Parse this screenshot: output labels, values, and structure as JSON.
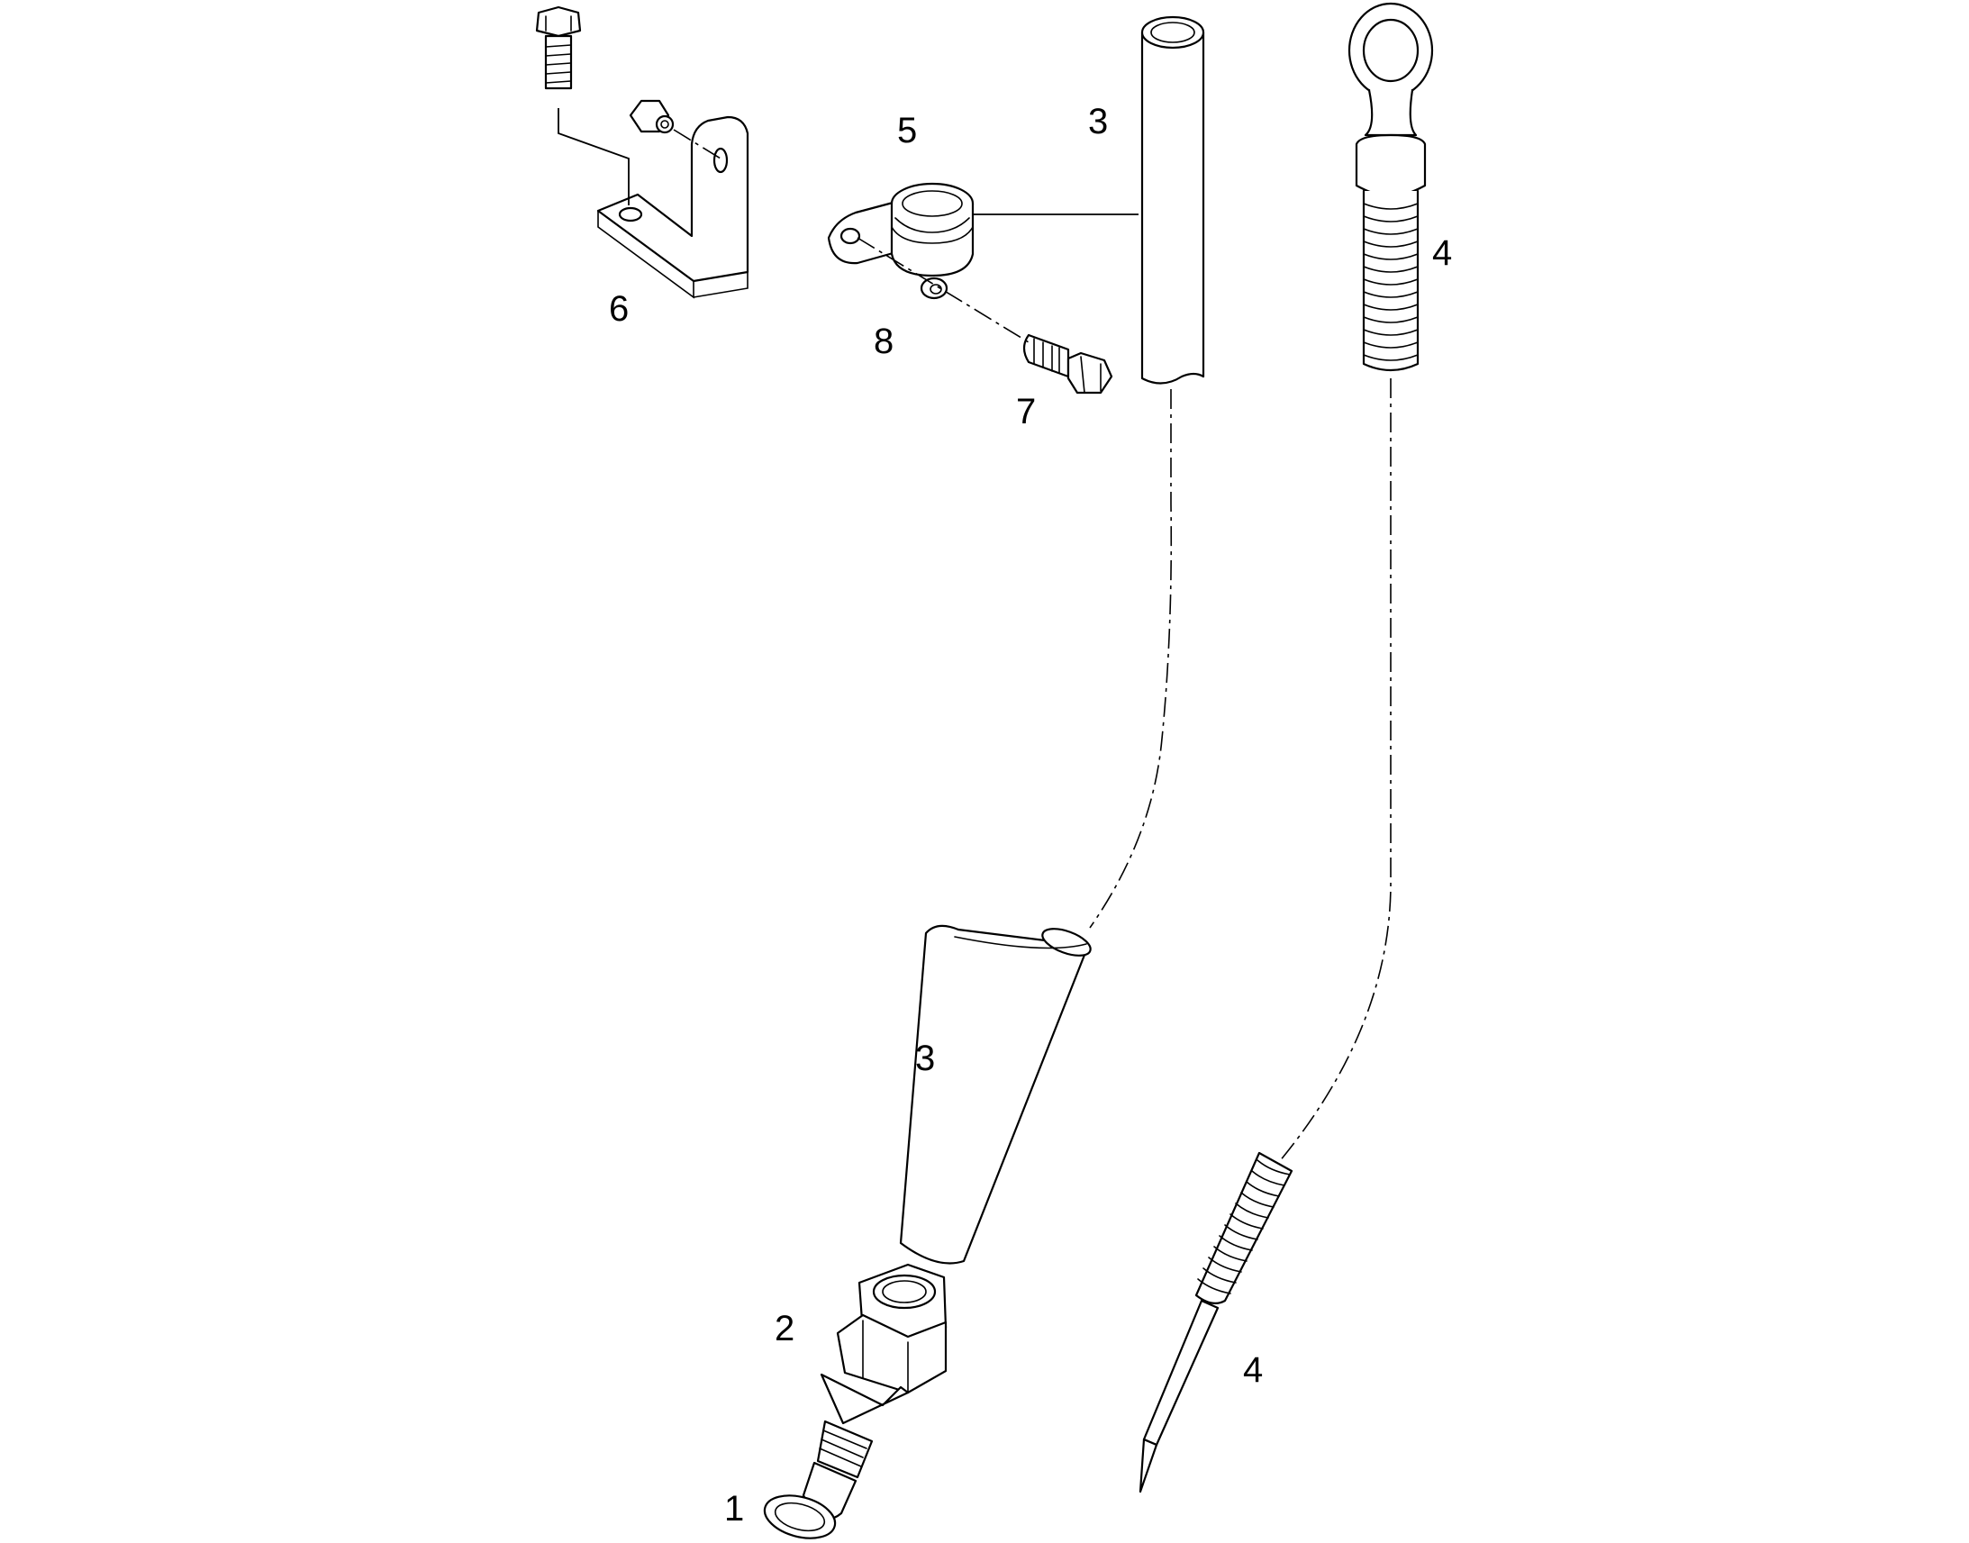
{
  "diagram": {
    "callouts": {
      "c1": "1",
      "c2": "2",
      "c3_upper": "3",
      "c3_lower": "3",
      "c4_upper": "4",
      "c4_lower": "4",
      "c5": "5",
      "c6": "6",
      "c7": "7",
      "c8": "8"
    },
    "colors": {
      "line": "#000000",
      "background": "#ffffff"
    }
  }
}
